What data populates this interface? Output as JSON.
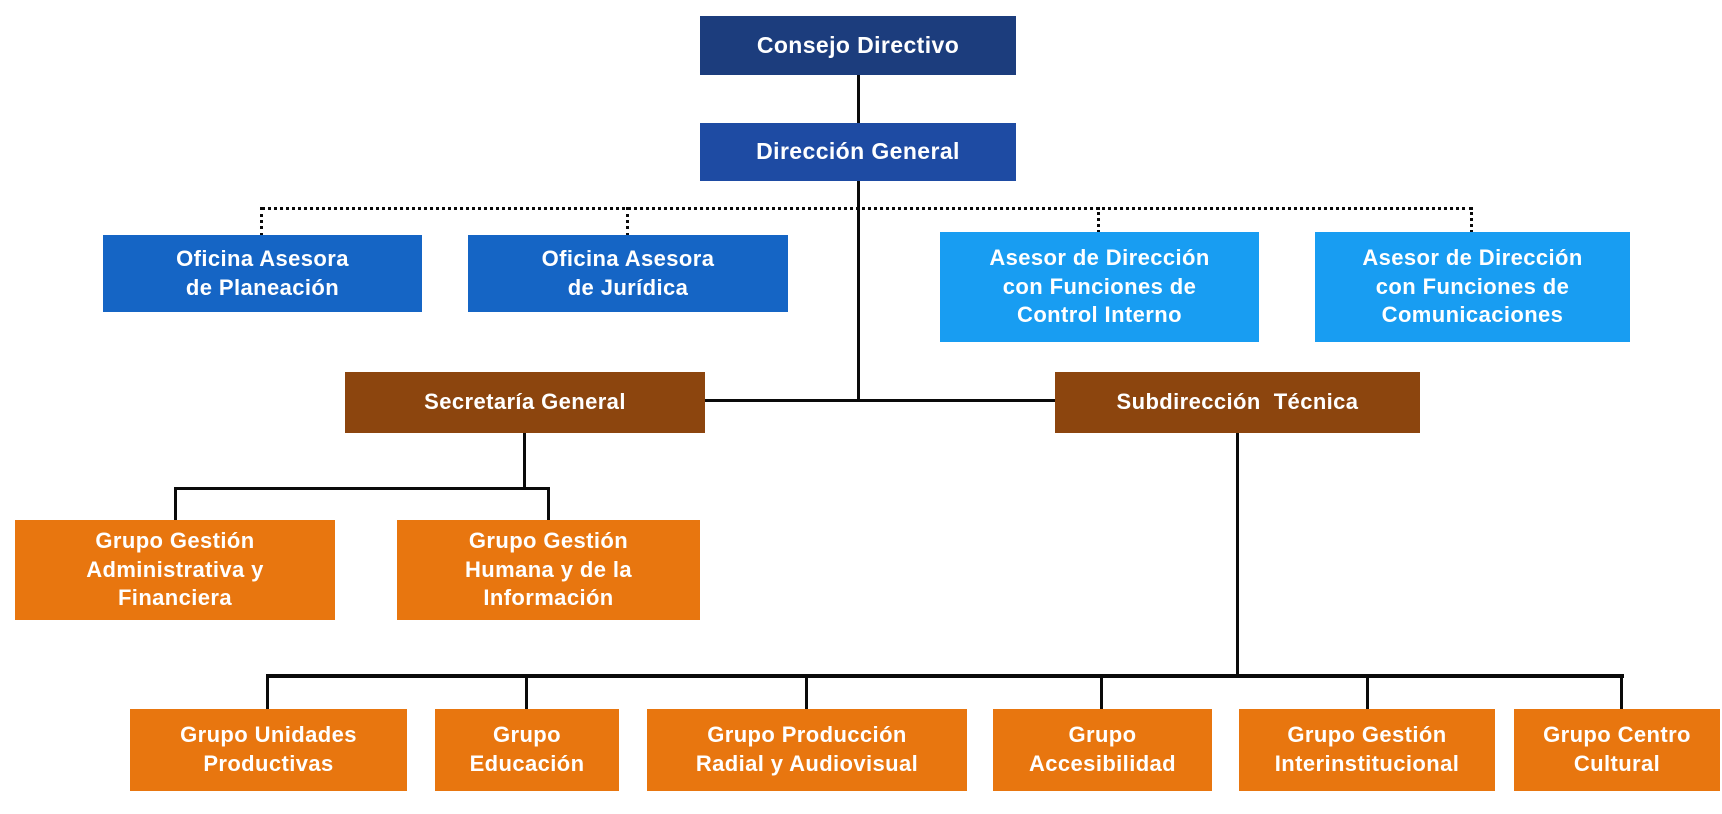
{
  "diagram_type": "org-chart",
  "colors": {
    "level1_navy": "#1C3D7D",
    "level2_royal_blue": "#1E4BA3",
    "advisory_office_blue": "#1565C5",
    "advisor_sky_blue": "#189DF2",
    "division_brown": "#8C450E",
    "group_orange": "#E8760F",
    "connector_line": "#0A0A0A",
    "node_text": "#FFFFFF",
    "background": "#FFFFFF"
  },
  "nodes": {
    "consejo_directivo": {
      "label": "Consejo Directivo"
    },
    "direccion_general": {
      "label": "Dirección General"
    },
    "oficina_asesora_planeacion": {
      "label": "Oficina Asesora\nde Planeación"
    },
    "oficina_asesora_juridica": {
      "label": "Oficina Asesora\nde Jurídica"
    },
    "asesor_control_interno": {
      "label": "Asesor de Dirección\ncon Funciones de\nControl Interno"
    },
    "asesor_comunicaciones": {
      "label": "Asesor de Dirección\ncon Funciones de\nComunicaciones"
    },
    "secretaria_general": {
      "label": "Secretaría General"
    },
    "subdireccion_tecnica": {
      "label": "Subdirección  Técnica"
    },
    "grupo_gestion_administrativa": {
      "label": "Grupo Gestión\nAdministrativa y\nFinanciera"
    },
    "grupo_gestion_humana": {
      "label": "Grupo Gestión\nHumana y de la\nInformación"
    },
    "grupo_unidades_productivas": {
      "label": "Grupo Unidades\nProductivas"
    },
    "grupo_educacion": {
      "label": "Grupo\nEducación"
    },
    "grupo_produccion_radial": {
      "label": "Grupo Producción\nRadial y Audiovisual"
    },
    "grupo_accesibilidad": {
      "label": "Grupo\nAccesibilidad"
    },
    "grupo_gestion_interinstitucional": {
      "label": "Grupo Gestión\nInterinstitucional"
    },
    "grupo_centro_cultural": {
      "label": "Grupo Centro\nCultural"
    }
  },
  "edges": {
    "solid": [
      [
        "consejo_directivo",
        "direccion_general"
      ],
      [
        "direccion_general",
        "secretaria_general"
      ],
      [
        "direccion_general",
        "subdireccion_tecnica"
      ],
      [
        "secretaria_general",
        "grupo_gestion_administrativa"
      ],
      [
        "secretaria_general",
        "grupo_gestion_humana"
      ],
      [
        "subdireccion_tecnica",
        "grupo_unidades_productivas"
      ],
      [
        "subdireccion_tecnica",
        "grupo_educacion"
      ],
      [
        "subdireccion_tecnica",
        "grupo_produccion_radial"
      ],
      [
        "subdireccion_tecnica",
        "grupo_accesibilidad"
      ],
      [
        "subdireccion_tecnica",
        "grupo_gestion_interinstitucional"
      ],
      [
        "subdireccion_tecnica",
        "grupo_centro_cultural"
      ]
    ],
    "dotted": [
      [
        "direccion_general",
        "oficina_asesora_planeacion"
      ],
      [
        "direccion_general",
        "oficina_asesora_juridica"
      ],
      [
        "direccion_general",
        "asesor_control_interno"
      ],
      [
        "direccion_general",
        "asesor_comunicaciones"
      ]
    ]
  }
}
